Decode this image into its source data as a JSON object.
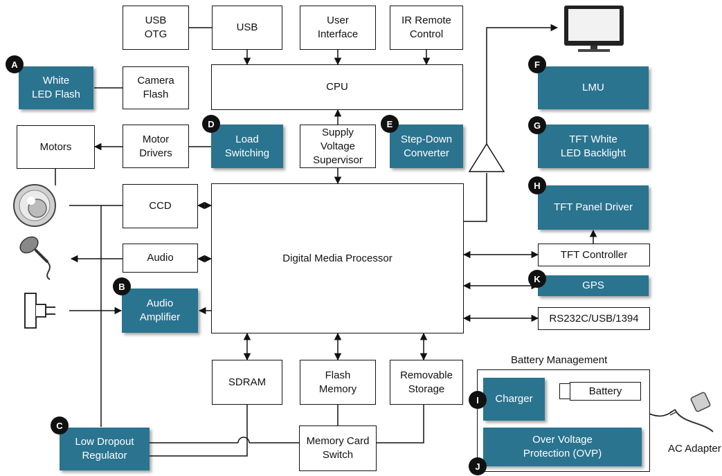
{
  "blocks": {
    "usb_otg": "USB\nOTG",
    "usb": "USB",
    "user_interface": "User\nInterface",
    "ir_remote": "IR Remote\nControl",
    "white_led_flash": "White\nLED Flash",
    "camera_flash": "Camera\nFlash",
    "cpu": "CPU",
    "motors": "Motors",
    "motor_drivers": "Motor\nDrivers",
    "load_switching": "Load\nSwitching",
    "supply_voltage_supervisor": "Supply\nVoltage\nSupervisor",
    "step_down_converter": "Step-Down\nConverter",
    "lmu": "LMU",
    "tft_white_led_backlight": "TFT White\nLED Backlight",
    "tft_panel_driver": "TFT Panel Driver",
    "ccd": "CCD",
    "digital_media_processor": "Digital Media Processor",
    "audio": "Audio",
    "tft_controller": "TFT Controller",
    "gps": "GPS",
    "audio_amplifier": "Audio\nAmplifier",
    "rs232": "RS232C/USB/1394",
    "sdram": "SDRAM",
    "flash_memory": "Flash\nMemory",
    "removable_storage": "Removable\nStorage",
    "low_dropout_regulator": "Low Dropout\nRegulator",
    "memory_card_switch": "Memory Card\nSwitch",
    "charger": "Charger",
    "battery": "Battery",
    "ovp": "Over Voltage\nProtection (OVP)"
  },
  "badges": {
    "a": "A",
    "b": "B",
    "c": "C",
    "d": "D",
    "e": "E",
    "f": "F",
    "g": "G",
    "h": "H",
    "i": "I",
    "j": "J",
    "k": "K"
  },
  "labels": {
    "battery_management": "Battery Management",
    "ac_adapter": "AC Adapter"
  },
  "colors": {
    "accent_block": "#2a7490",
    "line": "#111111",
    "badge": "#111111"
  },
  "icons": [
    "monitor-icon",
    "webcam-icon",
    "microphone-icon",
    "speaker-icon",
    "ac-adapter-icon"
  ]
}
